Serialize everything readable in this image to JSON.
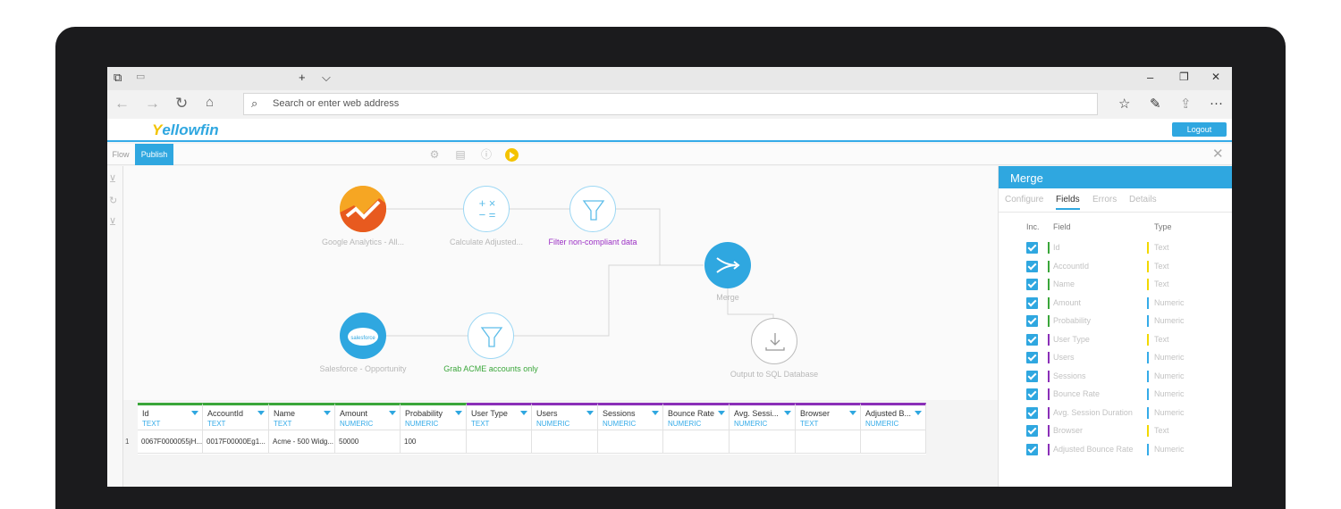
{
  "browser": {
    "address_placeholder": "Search or enter web address",
    "tab_new_glyph": "+",
    "tab_list_glyph": "⌵",
    "win_min": "–",
    "win_max": "❐",
    "win_close": "✕"
  },
  "app": {
    "logo": "Yellowfin",
    "logout_label": "Logout"
  },
  "toolbar": {
    "flow_label": "Flow",
    "publish_label": "Publish"
  },
  "flow_nodes": [
    {
      "label": "Google Analytics - All...",
      "icon": "google-analytics-icon"
    },
    {
      "label": "Calculate Adjusted...",
      "icon": "calculator-icon"
    },
    {
      "label": "Filter non-compliant data",
      "icon": "filter-icon"
    },
    {
      "label": "Merge",
      "icon": "merge-icon"
    },
    {
      "label": "Salesforce - Opportunity",
      "icon": "salesforce-icon"
    },
    {
      "label": "Grab ACME accounts only",
      "icon": "filter-icon"
    },
    {
      "label": "Output to SQL Database",
      "icon": "download-icon"
    }
  ],
  "colors": {
    "accent": "#2fa7e0",
    "filter_label": "#9b2fc4",
    "grab_label": "#3aa63a",
    "run_button": "#f4c300"
  },
  "table": {
    "columns": [
      {
        "name": "Id",
        "type": "TEXT",
        "source": "green"
      },
      {
        "name": "AccountId",
        "type": "TEXT",
        "source": "green"
      },
      {
        "name": "Name",
        "type": "TEXT",
        "source": "green"
      },
      {
        "name": "Amount",
        "type": "NUMERIC",
        "source": "green"
      },
      {
        "name": "Probability",
        "type": "NUMERIC",
        "source": "green"
      },
      {
        "name": "User Type",
        "type": "TEXT",
        "source": "purple"
      },
      {
        "name": "Users",
        "type": "NUMERIC",
        "source": "purple"
      },
      {
        "name": "Sessions",
        "type": "NUMERIC",
        "source": "purple"
      },
      {
        "name": "Bounce Rate",
        "type": "NUMERIC",
        "source": "purple"
      },
      {
        "name": "Avg. Sessi...",
        "type": "NUMERIC",
        "source": "purple"
      },
      {
        "name": "Browser",
        "type": "TEXT",
        "source": "purple"
      },
      {
        "name": "Adjusted B...",
        "type": "NUMERIC",
        "source": "purple"
      }
    ],
    "rows": [
      {
        "num": "1",
        "cells": [
          "0067F0000055jH...",
          "0017F00000Eg1...",
          "Acme - 500 Widg...",
          "50000",
          "100",
          "",
          "",
          "",
          "",
          "",
          "",
          ""
        ]
      }
    ]
  },
  "panel": {
    "title": "Merge",
    "tabs": [
      "Configure",
      "Fields",
      "Errors",
      "Details"
    ],
    "active_tab": "Fields",
    "header_inc": "Inc.",
    "header_field": "Field",
    "header_type": "Type",
    "fields": [
      {
        "name": "Id",
        "type": "Text",
        "source": "green"
      },
      {
        "name": "AccountId",
        "type": "Text",
        "source": "green"
      },
      {
        "name": "Name",
        "type": "Text",
        "source": "green"
      },
      {
        "name": "Amount",
        "type": "Numeric",
        "source": "green"
      },
      {
        "name": "Probability",
        "type": "Numeric",
        "source": "green"
      },
      {
        "name": "User Type",
        "type": "Text",
        "source": "purple"
      },
      {
        "name": "Users",
        "type": "Numeric",
        "source": "purple"
      },
      {
        "name": "Sessions",
        "type": "Numeric",
        "source": "purple"
      },
      {
        "name": "Bounce Rate",
        "type": "Numeric",
        "source": "purple"
      },
      {
        "name": "Avg. Session Duration",
        "type": "Numeric",
        "source": "purple"
      },
      {
        "name": "Browser",
        "type": "Text",
        "source": "purple"
      },
      {
        "name": "Adjusted Bounce Rate",
        "type": "Numeric",
        "source": "purple"
      }
    ]
  }
}
